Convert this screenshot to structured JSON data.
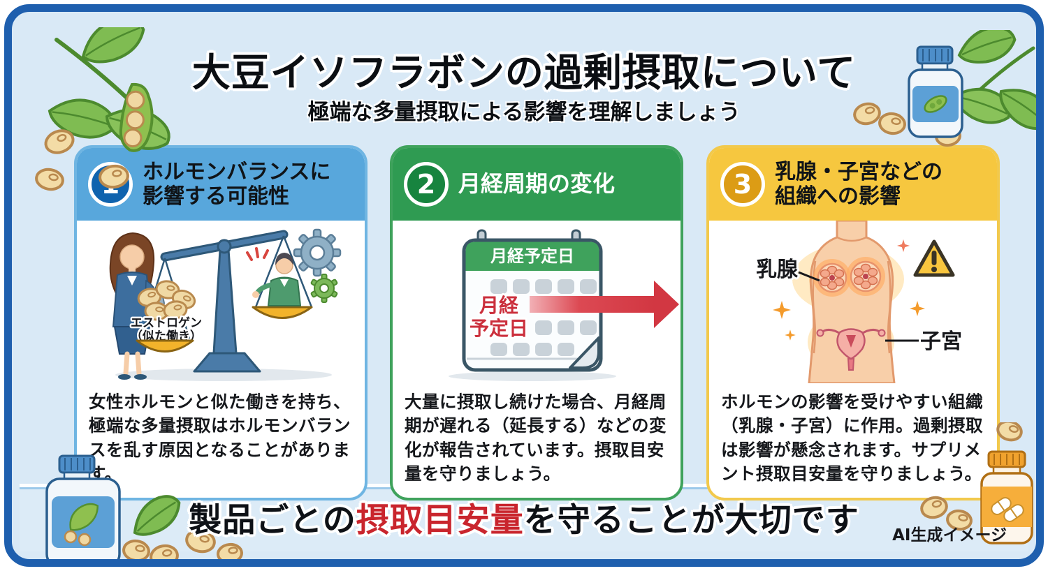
{
  "page": {
    "title": "大豆イソフラボンの過剰摂取について",
    "subtitle": "極端な多量摂取による影響を理解しましょう",
    "footer": {
      "prefix": "製品ごとの",
      "highlight": "摂取目安量",
      "suffix": "を守ることが大切です"
    },
    "credit": "AI生成イメージ",
    "colors": {
      "frame_blue": "#1E5FAE",
      "background": "#D9E9F6",
      "card1_accent": "#58A7DC",
      "card1_circle": "#0F63AE",
      "card2_accent": "#2F9B52",
      "card2_circle": "#17843F",
      "card3_accent": "#F6C73F",
      "card3_circle": "#DC9C15",
      "highlight_red": "#C9252D"
    }
  },
  "cards": [
    {
      "number": "1",
      "title_lines": [
        "ホルモンバランスに",
        "影響する可能性"
      ],
      "body": "女性ホルモンと似た働きを持ち、極端な多量摂取はホルモンバランスを乱す原因となることがあります。",
      "illustration": {
        "label_line1": "エストロゲン",
        "label_line2": "（似た働き）"
      }
    },
    {
      "number": "2",
      "title_lines": [
        "月経周期の変化"
      ],
      "body": "大量に摂取し続けた場合、月経周期が遅れる（延長する）などの変化が報告されています。摂取目安量を守りましょう。",
      "illustration": {
        "calendar_header": "月経予定日",
        "label_line1": "月経",
        "label_line2": "予定日"
      }
    },
    {
      "number": "3",
      "title_lines": [
        "乳腺・子宮などの",
        "組織への影響"
      ],
      "body": "ホルモンの影響を受けやすい組織（乳腺・子宮）に作用。過剰摂取は影響が懸念されます。サプリメント摂取目安量を守りましょう。",
      "illustration": {
        "breast_label": "乳腺",
        "uterus_label": "子宮"
      }
    }
  ]
}
